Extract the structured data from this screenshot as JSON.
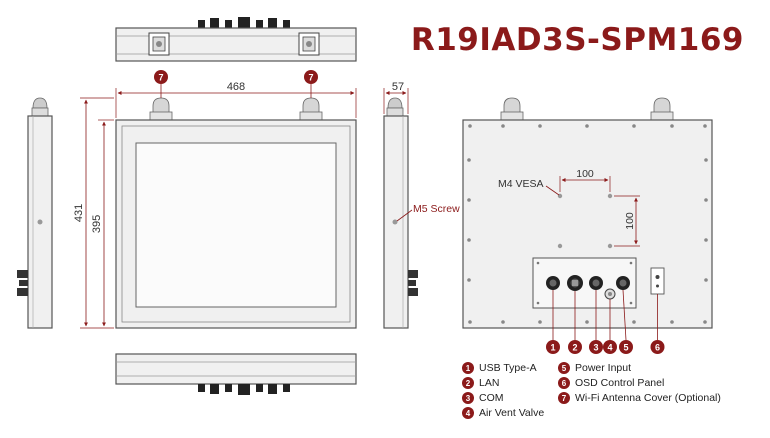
{
  "title": "R19IAD3S-SPM169",
  "dimensions": {
    "width": "468",
    "height_outer": "431",
    "height_inner": "395",
    "depth": "57",
    "vesa_h": "100",
    "vesa_v": "100"
  },
  "labels": {
    "vesa": "M4 VESA",
    "screw": "M5 Screw"
  },
  "callouts": {
    "antenna_left": "7",
    "antenna_right": "7",
    "port1": "1",
    "port2": "2",
    "port3": "3",
    "port4": "4",
    "port5": "5",
    "port6": "6"
  },
  "legend": [
    {
      "num": "1",
      "text": "USB Type-A"
    },
    {
      "num": "2",
      "text": "LAN"
    },
    {
      "num": "3",
      "text": "COM"
    },
    {
      "num": "4",
      "text": "Air Vent Valve"
    },
    {
      "num": "5",
      "text": "Power Input"
    },
    {
      "num": "6",
      "text": "OSD Control Panel"
    },
    {
      "num": "7",
      "text": "Wi-Fi Antenna Cover (Optional)"
    }
  ],
  "colors": {
    "accent": "#8b1a1a",
    "outline": "#555555",
    "panel_fill": "#f0f0f0"
  }
}
